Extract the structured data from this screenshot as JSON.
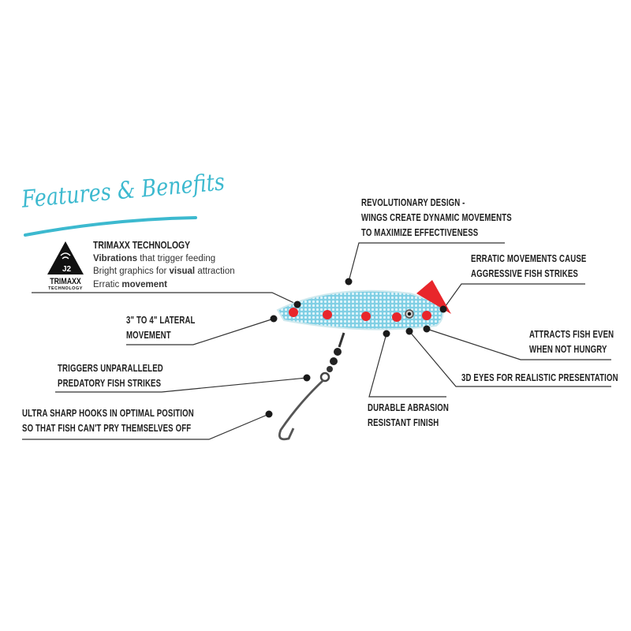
{
  "title": "Features & Benefits",
  "trimaxx": {
    "logo_text": "TRIMAXX",
    "logo_subtext": "TECHNOLOGY",
    "heading": "TRIMAXX TECHNOLOGY",
    "line1_bold": "Vibrations",
    "line1_rest": " that trigger feeding",
    "line2_pre": "Bright graphics for ",
    "line2_bold": "visual",
    "line2_rest": " attraction",
    "line3_pre": "Erratic ",
    "line3_bold": "movement"
  },
  "callouts": {
    "revolutionary": [
      "REVOLUTIONARY DESIGN -",
      "WINGS CREATE DYNAMIC MOVEMENTS",
      "TO MAXIMIZE EFFECTIVENESS"
    ],
    "erratic": [
      "ERRATIC MOVEMENTS CAUSE",
      "AGGRESSIVE FISH STRIKES"
    ],
    "attracts": [
      "ATTRACTS FISH EVEN",
      "WHEN NOT HUNGRY"
    ],
    "eyes": [
      "3D EYES FOR REALISTIC PRESENTATION"
    ],
    "durable": [
      "DURABLE ABRASION",
      "RESISTANT FINISH"
    ],
    "lateral": [
      "3\" TO 4\" LATERAL",
      "MOVEMENT"
    ],
    "triggers": [
      "TRIGGERS UNPARALLELED",
      "PREDATORY FISH STRIKES"
    ],
    "hooks": [
      "ULTRA SHARP HOOKS IN OPTIMAL POSITION",
      "SO THAT FISH CAN'T PRY THEMSELVES OFF"
    ]
  },
  "colors": {
    "accent": "#3cb9cf",
    "lure_body": "#8fd6e8",
    "spots": "#e8262b",
    "line": "#222222"
  }
}
